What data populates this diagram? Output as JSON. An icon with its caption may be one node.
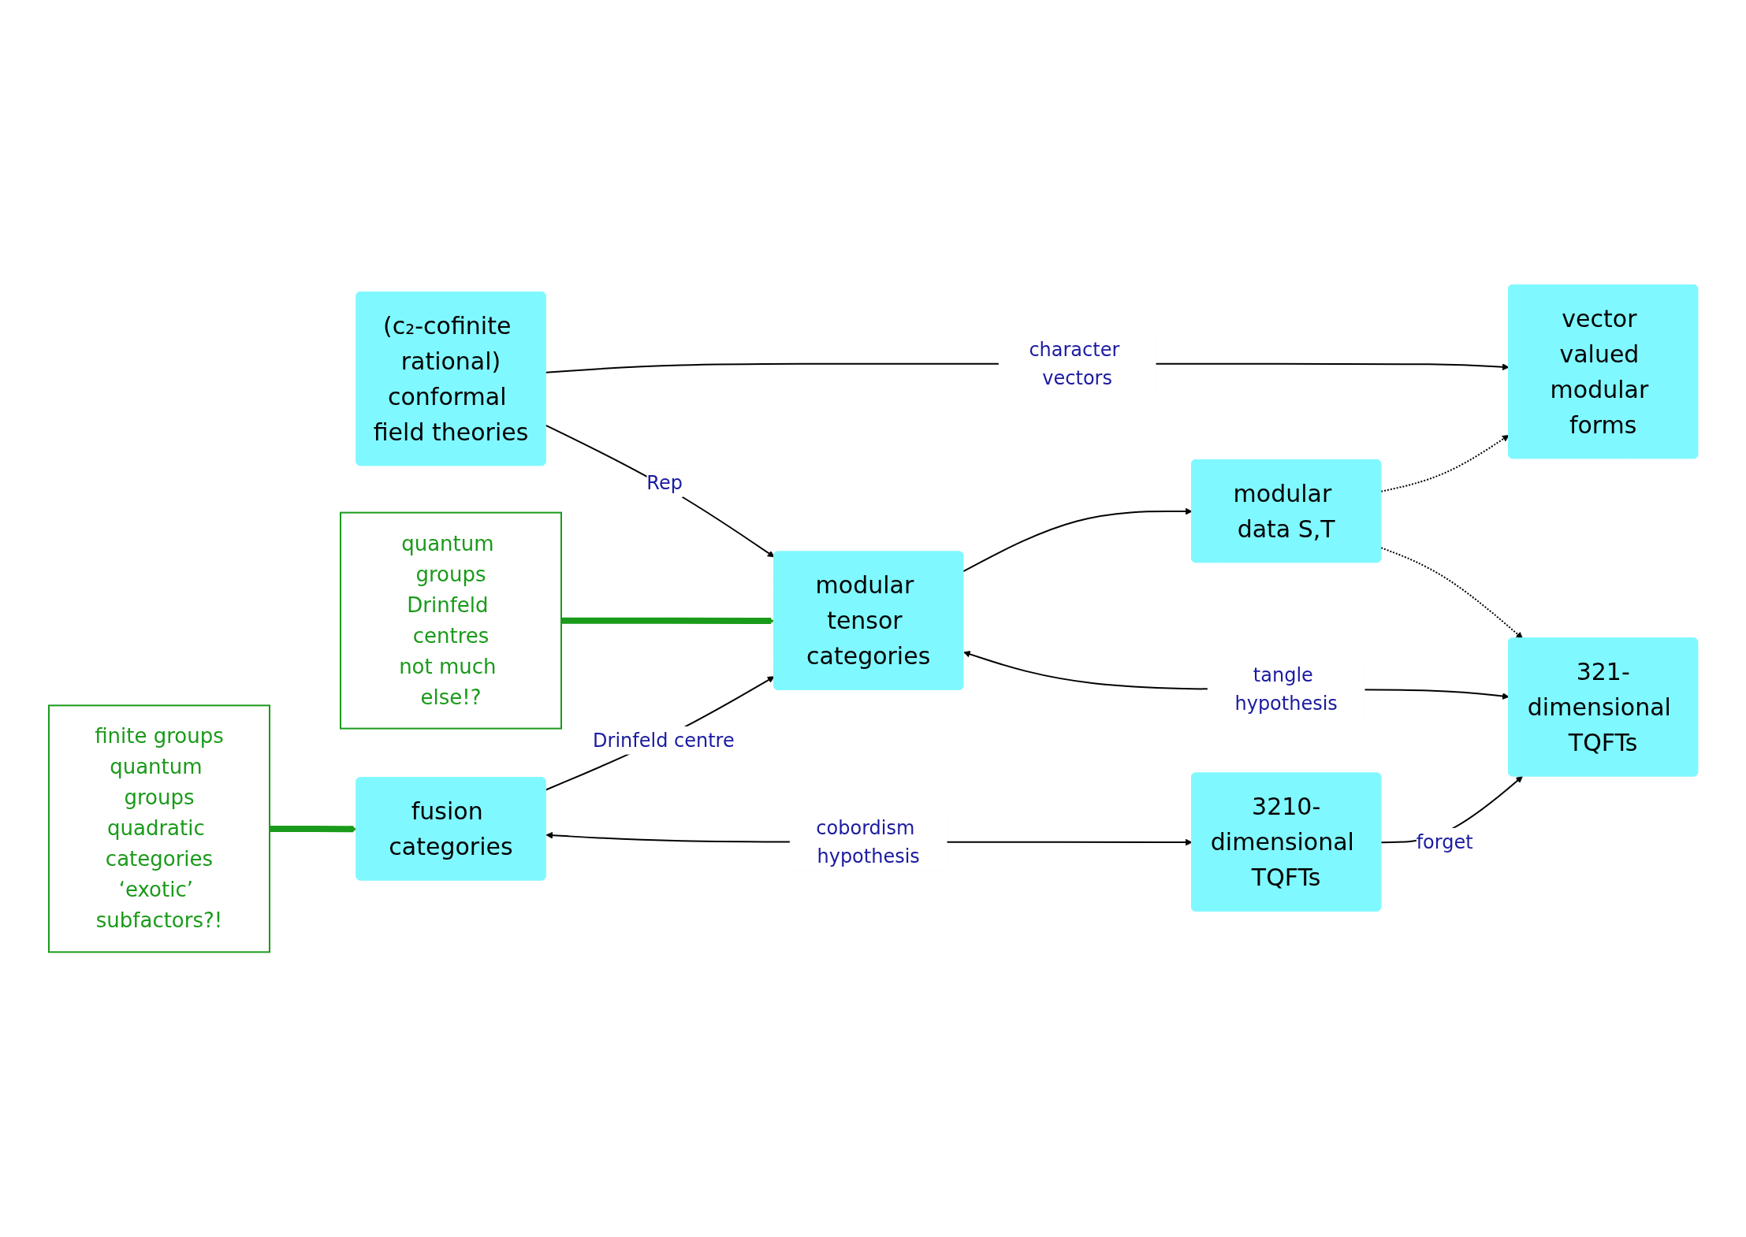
{
  "diagram": {
    "nodes": [
      {
        "text": [
          "vector valued modular forms"
        ]
      },
      {
        "text": [
          "modular data S,T"
        ]
      },
      {
        "text": [
          "(c₂-cofinite rational)",
          "conformal field theories"
        ]
      },
      {
        "text": [
          "quantum groups",
          "Drinfeld centres",
          "not much else!?"
        ]
      },
      {
        "text": [
          "modular tensor categories"
        ]
      },
      {
        "text": [
          "321-dimensional TQFTs"
        ]
      },
      {
        "text": [
          "finite groups",
          "quantum groups",
          "quadratic categories",
          "‘exotic’ subfactors?!"
        ]
      },
      {
        "text": [
          "fusion categories"
        ]
      },
      {
        "text": [
          "3210-dimensional TQFTs"
        ]
      }
    ],
    "edges": [
      {
        "from": 2,
        "to": 0,
        "arrow": "to",
        "label": "character vectors"
      },
      {
        "from": 2,
        "to": 4,
        "arrow": "to",
        "label": "Rep"
      },
      {
        "from": 4,
        "to": 1,
        "arrow": "to"
      },
      {
        "from": 1,
        "to": 0,
        "arrow": "to",
        "style": "dashed"
      },
      {
        "from": 1,
        "to": 5,
        "arrow": "to",
        "style": "dashed"
      },
      {
        "from": 3,
        "to": 4,
        "arrow": "to",
        "style": "thick",
        "color": "#1a9a1a"
      },
      {
        "from": 4,
        "to": 5,
        "arrow": "both",
        "label": "tangle hypothesis"
      },
      {
        "from": 6,
        "to": 7,
        "arrow": "to",
        "style": "thick",
        "color": "#1a9a1a"
      },
      {
        "from": 7,
        "to": 4,
        "arrow": "to",
        "label": "Drinfeld centre"
      },
      {
        "from": 8,
        "to": 5,
        "arrow": "to",
        "label": "forget"
      },
      {
        "from": 7,
        "to": 8,
        "arrow": "both",
        "label": "cobordism hypothesis"
      }
    ]
  }
}
